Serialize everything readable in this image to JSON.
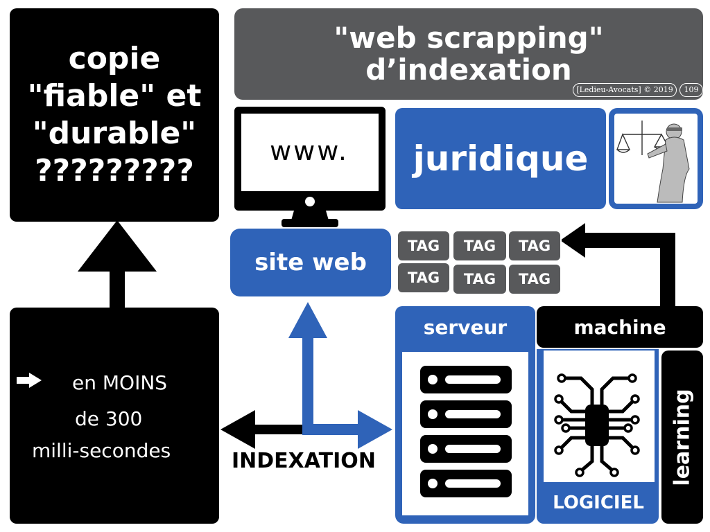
{
  "copie": {
    "line1": "copie",
    "line2": "\"fiable\" et",
    "line3": "\"durable\"",
    "line4": "?????????"
  },
  "title": {
    "line1": "\"web scrapping\"",
    "line2": "d’indexation"
  },
  "credit": "[Ledieu-Avocats] © 2019",
  "page_number": "109",
  "monitor_text": "www.",
  "juridique": "juridique",
  "site_web": "site web",
  "tags": [
    "TAG",
    "TAG",
    "TAG",
    "TAG",
    "TAG",
    "TAG"
  ],
  "serveur": "serveur",
  "machine": "machine",
  "logiciel": "LOGICIEL",
  "learning": "learning",
  "moins": {
    "line1": "en MOINS",
    "line2": "de 300",
    "line3": "milli-secondes"
  },
  "indexation": "INDEXATION",
  "icons": [
    "monitor-icon",
    "justice-statue-icon",
    "server-rack-icon",
    "circuit-chip-icon",
    "arrow-right-bullet-icon"
  ],
  "colors": {
    "blue": "#2f63b8",
    "gray": "#58595b",
    "black": "#000000",
    "white": "#ffffff"
  }
}
